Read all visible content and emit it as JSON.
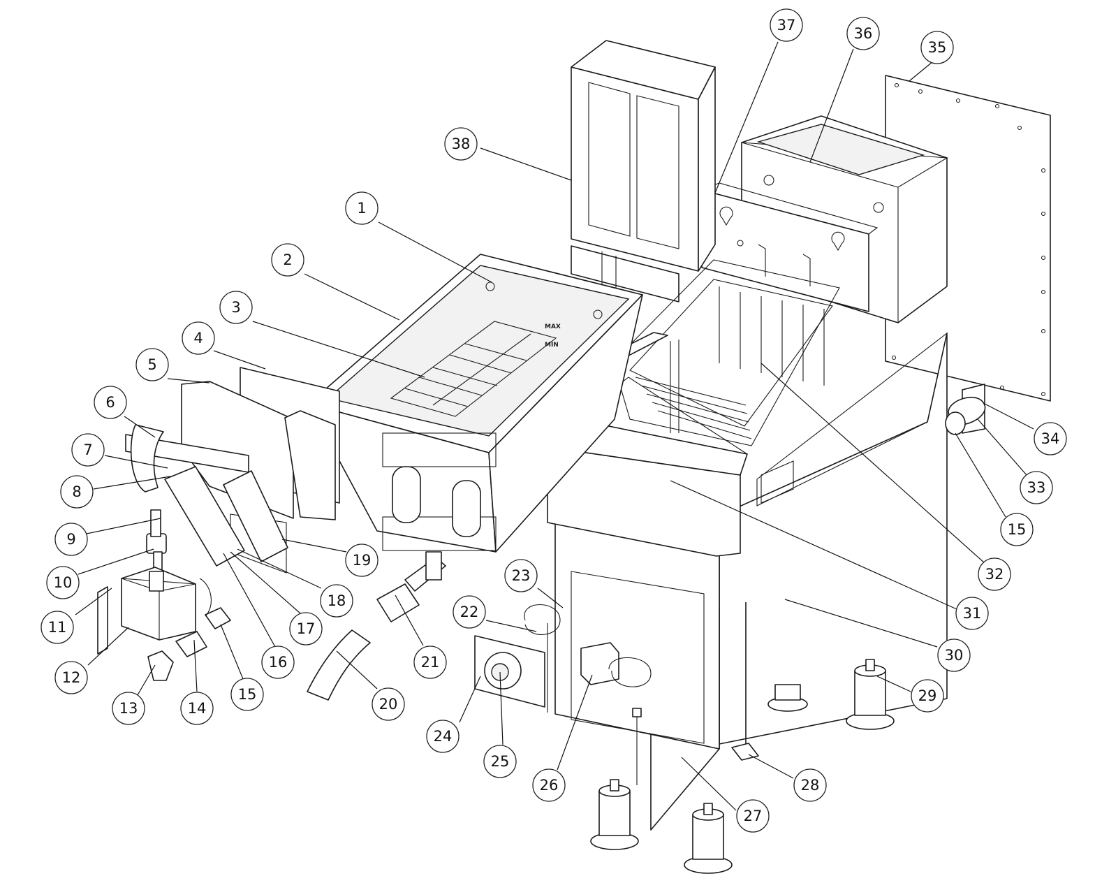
{
  "colors": {
    "line": "#1a1a1a",
    "background": "#ffffff"
  },
  "tank_labels": {
    "max": "MAX",
    "min": "MIN"
  },
  "callouts": [
    {
      "id": "1",
      "label": "1"
    },
    {
      "id": "2",
      "label": "2"
    },
    {
      "id": "3",
      "label": "3"
    },
    {
      "id": "4",
      "label": "4"
    },
    {
      "id": "5",
      "label": "5"
    },
    {
      "id": "6",
      "label": "6"
    },
    {
      "id": "7",
      "label": "7"
    },
    {
      "id": "8",
      "label": "8"
    },
    {
      "id": "9",
      "label": "9"
    },
    {
      "id": "10",
      "label": "10"
    },
    {
      "id": "11",
      "label": "11"
    },
    {
      "id": "12",
      "label": "12"
    },
    {
      "id": "13",
      "label": "13"
    },
    {
      "id": "14",
      "label": "14"
    },
    {
      "id": "15a",
      "label": "15"
    },
    {
      "id": "16",
      "label": "16"
    },
    {
      "id": "17",
      "label": "17"
    },
    {
      "id": "18",
      "label": "18"
    },
    {
      "id": "19",
      "label": "19"
    },
    {
      "id": "20",
      "label": "20"
    },
    {
      "id": "21",
      "label": "21"
    },
    {
      "id": "22",
      "label": "22"
    },
    {
      "id": "23",
      "label": "23"
    },
    {
      "id": "24",
      "label": "24"
    },
    {
      "id": "25",
      "label": "25"
    },
    {
      "id": "26",
      "label": "26"
    },
    {
      "id": "27",
      "label": "27"
    },
    {
      "id": "28",
      "label": "28"
    },
    {
      "id": "29",
      "label": "29"
    },
    {
      "id": "30",
      "label": "30"
    },
    {
      "id": "31",
      "label": "31"
    },
    {
      "id": "32",
      "label": "32"
    },
    {
      "id": "33",
      "label": "33"
    },
    {
      "id": "34",
      "label": "34"
    },
    {
      "id": "15b",
      "label": "15"
    },
    {
      "id": "35",
      "label": "35"
    },
    {
      "id": "36",
      "label": "36"
    },
    {
      "id": "37",
      "label": "37"
    },
    {
      "id": "38",
      "label": "38"
    }
  ]
}
